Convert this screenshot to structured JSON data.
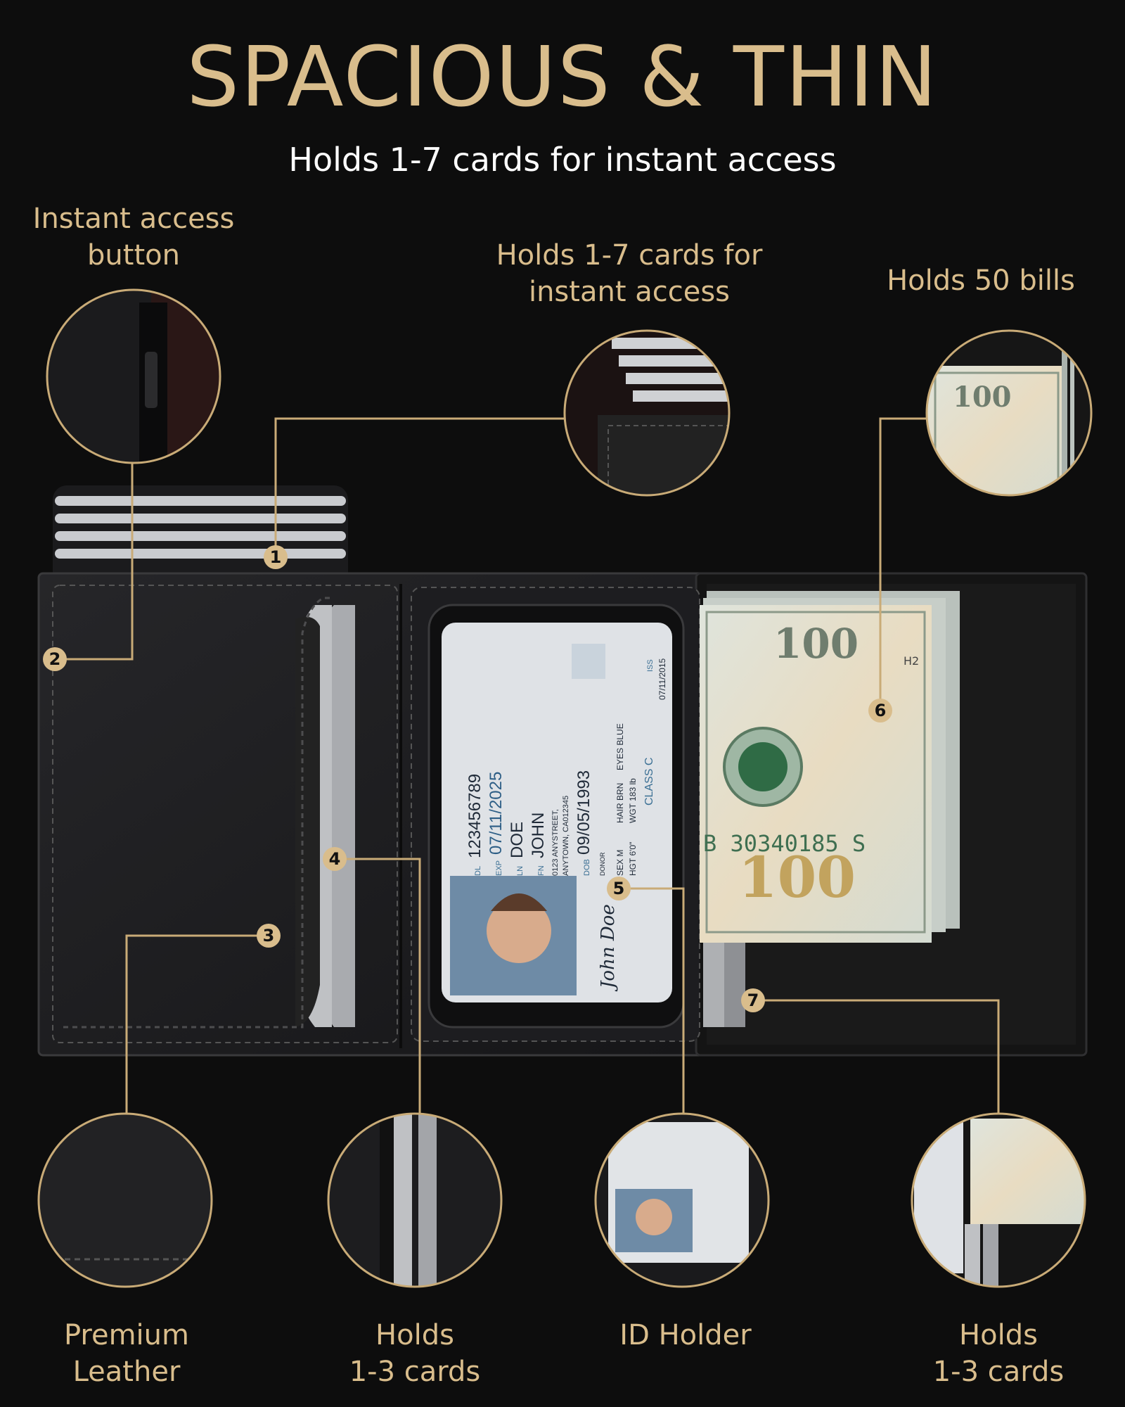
{
  "headline": "SPACIOUS & THIN",
  "subheadline": "Holds 1-7 cards for instant access",
  "callouts": {
    "instant_button": {
      "line1": "Instant access",
      "line2": "button"
    },
    "cards_top": {
      "line1": "Holds 1-7 cards for",
      "line2": "instant access"
    },
    "bills": {
      "line1": "Holds 50 bills"
    },
    "leather": {
      "line1": "Premium",
      "line2": "Leather"
    },
    "slots_left": {
      "line1": "Holds",
      "line2": "1-3 cards"
    },
    "id_holder": {
      "line1": "ID Holder"
    },
    "slots_right": {
      "line1": "Holds",
      "line2": "1-3 cards"
    }
  },
  "markers": [
    "1",
    "2",
    "3",
    "4",
    "5",
    "6",
    "7"
  ],
  "id_card": {
    "class": "CLASS C",
    "dl_label": "DL",
    "dl": "123456789",
    "exp_label": "EXP",
    "exp": "07/11/2025",
    "ln_label": "LN",
    "ln": "DOE",
    "fn_label": "FN",
    "fn": "JOHN",
    "address1": "0123 ANYSTREET,",
    "address2": "ANYTOWN, CA012345",
    "dob_label": "DOB",
    "dob": "09/05/1993",
    "donor": "DONOR",
    "sex": "SEX M",
    "hgt": "HGT 6'0\"",
    "hair": "HAIR BRN",
    "wgt": "WGT 183 lb",
    "eyes": "EYES BLUE",
    "iss_label": "ISS",
    "iss": "07/11/2015",
    "signature": "John Doe"
  },
  "bill": {
    "denomination": "100",
    "serial": "B 30340185 S",
    "series": "H2"
  },
  "colors": {
    "gold": "#d9bd8c",
    "background": "#0d0d0d",
    "leather": "#1c1c1e"
  }
}
